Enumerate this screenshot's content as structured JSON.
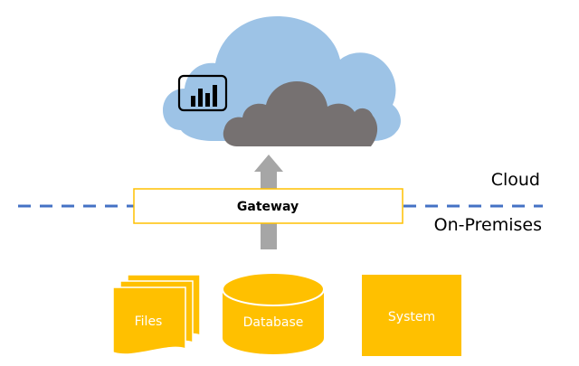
{
  "zones": {
    "upper": "Cloud",
    "lower": "On-Premises"
  },
  "gateway": {
    "label": "Gateway"
  },
  "sources": {
    "files": "Files",
    "database": "Database",
    "system": "System"
  },
  "icons": {
    "cloud": "cloud-icon",
    "service": "power-bi-icon",
    "arrow": "up-arrow"
  },
  "colors": {
    "cloud_light": "#9DC3E6",
    "cloud_dark": "#767171",
    "gateway_border": "#FFC000",
    "source_fill": "#FFC000",
    "divider": "#4472C4",
    "arrow": "#A6A6A6"
  }
}
